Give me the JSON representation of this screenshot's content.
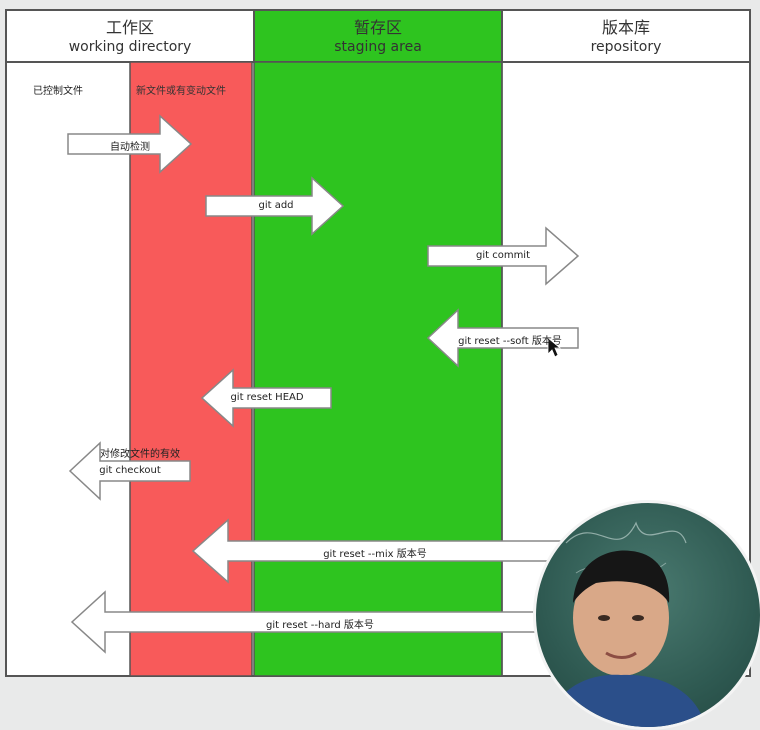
{
  "columns": [
    {
      "title": "工作区",
      "subtitle": "working directory",
      "color": "#ffffff"
    },
    {
      "title": "暂存区",
      "subtitle": "staging area",
      "color": "#2ec41f"
    },
    {
      "title": "版本库",
      "subtitle": "repository",
      "color": "#ffffff"
    }
  ],
  "labels": {
    "tracked_files": "已控制文件",
    "new_or_changed": "新文件或有变动文件",
    "checkout_note": "对修改文件的有效"
  },
  "arrows": {
    "auto_detect": "自动检测",
    "git_add": "git add",
    "git_commit": "git commit",
    "reset_soft": "git reset --soft 版本号",
    "reset_head": "git reset HEAD",
    "git_checkout": "git checkout",
    "reset_mix": "git reset --mix 版本号",
    "reset_hard": "git reset --hard 版本号"
  },
  "colors": {
    "red_band": "#f85a5a",
    "green_band": "#2ec41f",
    "border": "#555555",
    "arrow_fill": "#ffffff",
    "arrow_stroke": "#888888"
  }
}
